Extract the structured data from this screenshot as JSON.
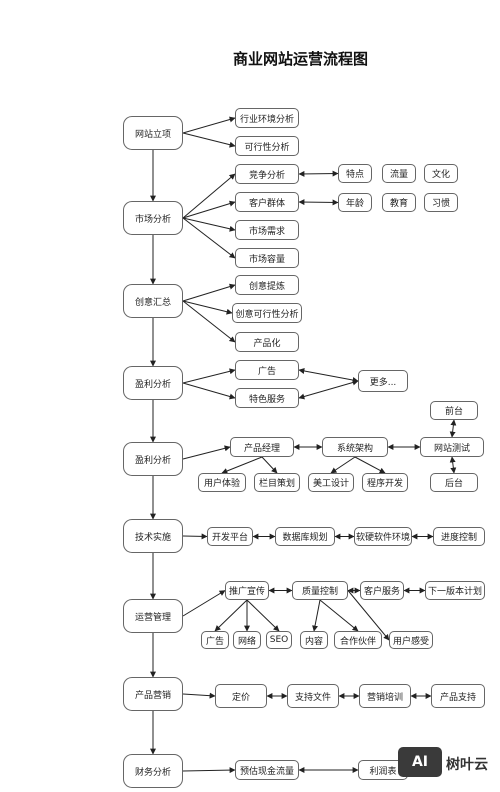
{
  "title": "商业网站运营流程图",
  "watermark": {
    "logo": "AI",
    "text": "树叶云"
  },
  "nodes": {
    "wzlx": "网站立项",
    "hyhj": "行业环境分析",
    "kxx": "可行性分析",
    "scfx": "市场分析",
    "jzfx": "竞争分析",
    "khqt": "客户群体",
    "scxq": "市场需求",
    "scrl": "市场容量",
    "td": "特点",
    "ll": "流量",
    "wh": "文化",
    "nl": "年龄",
    "jy": "教育",
    "xg": "习惯",
    "cyhz": "创意汇总",
    "cytl": "创意提炼",
    "cykx": "创意可行性分析",
    "cph": "产品化",
    "ylfx": "盈利分析",
    "gg1": "广告",
    "tsfw": "特色服务",
    "gd": "更多...",
    "ylfx2": "盈利分析",
    "cpjl": "产品经理",
    "xtjg": "系统架构",
    "wzcs": "网站测试",
    "qt": "前台",
    "ht": "后台",
    "yhty": "用户体验",
    "lmch": "栏目策划",
    "mgsj": "美工设计",
    "cxkf": "程序开发",
    "jsss": "技术实施",
    "kfpt": "开发平台",
    "sjkgh": "数据库规划",
    "rjhj": "软硬软件环境",
    "jdkz": "进度控制",
    "yygl": "运营管理",
    "tgxc": "推广宣传",
    "zlkz": "质量控制",
    "khfw": "客户服务",
    "xybb": "下一版本计划",
    "gg2": "广告",
    "wl": "网络",
    "seo": "SEO",
    "nr": "内容",
    "hzhb": "合作伙伴",
    "yhgs": "用户感受",
    "cpyx": "产品营销",
    "dj": "定价",
    "zcwj": "支持文件",
    "yxpx": "营销培训",
    "cpzc": "产品支持",
    "cwfx": "财务分析",
    "ygxj": "预估现金流量",
    "lrbg": "利润表"
  }
}
